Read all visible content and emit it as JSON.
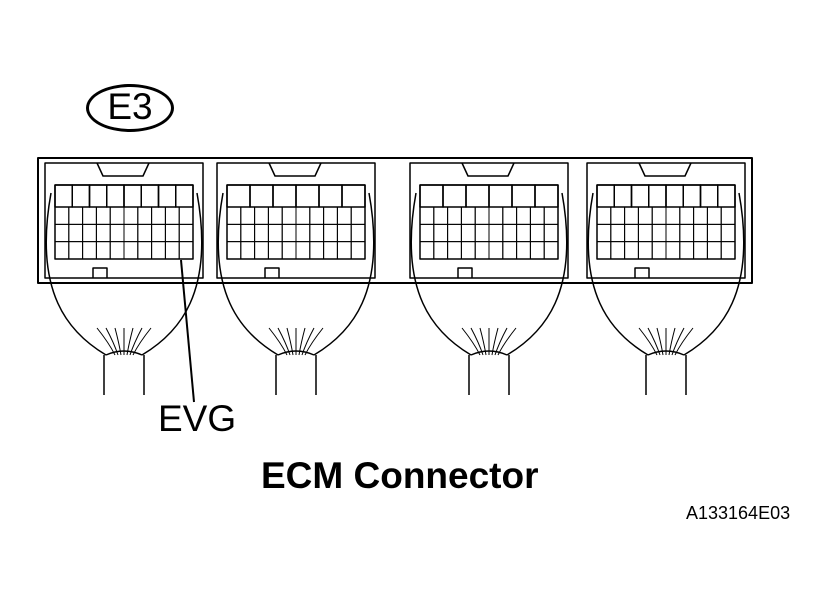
{
  "connector_id": "E3",
  "pin_label": "EVG",
  "title": "ECM Connector",
  "reference_code": "A133164E03",
  "colors": {
    "line": "#000000",
    "background": "#ffffff"
  },
  "modules": [
    {
      "top_cols": 8,
      "bottom_cols": 10,
      "bottom_rows": 3
    },
    {
      "top_cols": 6,
      "bottom_cols": 10,
      "bottom_rows": 3
    },
    {
      "top_cols": 6,
      "bottom_cols": 10,
      "bottom_rows": 3
    },
    {
      "top_cols": 8,
      "bottom_cols": 10,
      "bottom_rows": 3
    }
  ]
}
